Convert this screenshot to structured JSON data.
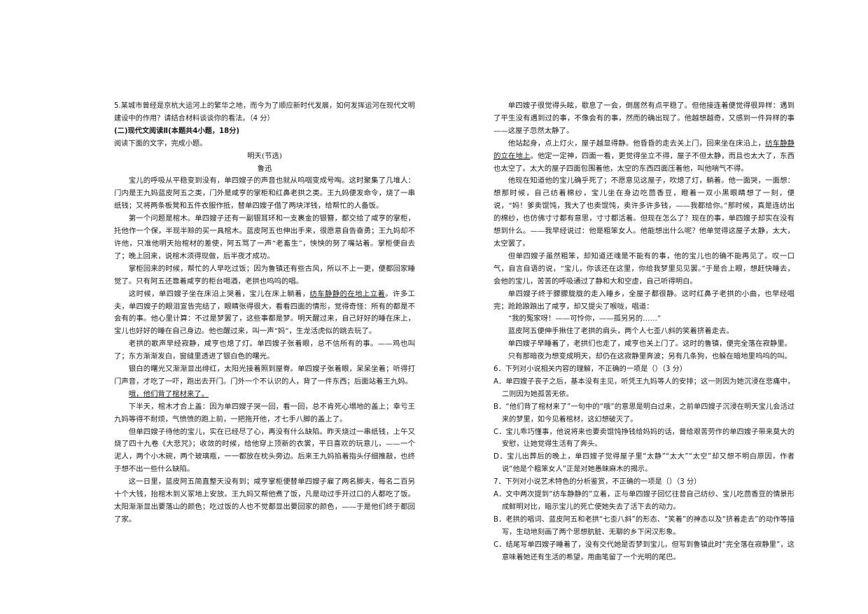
{
  "left": {
    "q5": "5.某城市曾经是京杭大运河上的繁华之地，而今为了顺应新时代发展，如何发挥运河在现代文明建设中的作用？请结合材料谈谈你的看法。（4 分）",
    "section_heading": "(二)现代文阅读Ⅱ(本题共4小题，18分)",
    "instruction": "阅读下面的文字，完成小题。",
    "title": "明天(节选)",
    "author": "鲁迅",
    "p1": "宝儿的呼吸从平稳变到没有，单四嫂子的声音也就从呜咽变成号啕。这时聚集了几堆人：门内是王九妈蓝皮阿五之类，门外是咸亨的掌柜和红鼻老拱之类。王九妈便发命令，烧了一串纸钱；又将两条板凳和五件衣服作抵，替单四嫂子借了两块洋钱，给帮忙的人备饭。",
    "p2": "第一个问题是棺木。单四嫂子还有一副银耳环和一支裹金的银簪，都交给了咸亨的掌柜，托他作一个保，半现半赊的买一具棺木。蓝皮阿五也伸出手来，很愿意自告奋勇；王九妈却不许他，只准他明天抬棺材的差使，阿五骂了一声“老畜生”，怏怏的努了嘴站着。掌柜便自去了；晚上回来，说棺木须得现做，后半夜才成功。",
    "p3": "掌柜回来的时候，帮忙的人早吃过饭；因为鲁镇还有些古风，所以不上一更，便都回家睡觉了。只有阿五还靠着咸亨的柜台喝酒，老拱也呜呜的唱。",
    "p4a": "这时候，单四嫂子坐在床沿上哭着，宝儿在床上躺着，",
    "p4u": "纺车静静的在地上立着",
    "p4b": "。许多工夫，单四嫂子的眼泪宣告完结了，眼睛张得很大，看看四面的情形，觉得奇怪：所有的都是不会有的事。他心里计算：不过是梦罢了，这些事都是梦。明天醒过来，自己好好的睡在床上，宝儿也好好的睡在自己身边。他也醒过来，叫一声“妈”，生龙活虎似的跳去玩了。",
    "p5": "老拱的歌声早经寂静，咸亨也熄了灯。单四嫂子张着眼，总不信所有的事。——鸡也叫了；东方渐渐发白，窗缝里透进了银白色的曙光。",
    "p6": "银白的曙光又渐渐显出绯红，太阳光接着照到屋脊。单四嫂子张着眼，呆呆坐着；听得打门声音，才吃了一吓，跑出去开门。门外一个不认识的人，背了一件东西；后面站着王九妈。",
    "p7": "哦，他们背了棺材来了。",
    "p8": "下半天，棺木才合上盖：因为单四嫂子哭一回，看一回，总不肯死心塌地的盖上；幸亏王九妈等得不耐烦，气愤愤的跑上前，一把拖开他，才七手八脚的盖上了。",
    "p9": "但单四嫂子待他的宝儿，实在已经尽了心，再没有什么缺陷。昨天烧过一串纸钱，上午又烧了四十九卷《大悲咒》；收敛的时候，给他穿上顶新的衣裳，平日喜欢的玩意儿，——一个泥人，两个小木碗，两个玻璃瓶，一一都放在枕头旁边。后来王九妈掐着指头仔细推敲，也终于想不出一些什么缺陷。",
    "p10": "这一日里，蓝皮阿五简直整天没有到；咸亨掌柜便替单四嫂子雇了两名脚夫，每名二百另十个大钱，抬棺木到义冢地上安放。王九妈又帮他煮了饭，凡是动过手开过口的人都吃了饭。太阳渐渐显出要落山的颜色；吃过饭的人也不觉都显出要回家的颜色，——于是他们终于都回了家。"
  },
  "right": {
    "p11": "单四嫂子很觉得头眩，歇息了一会，倒居然有点平稳了。但他接连着便觉得很异样：遇到了平生没有遇到过的事，不像会有的事，然而的确出现了。他越想越奇，又感到一件异样的事——这屋子忽然太静了。",
    "p12a": "他站起身，点上灯火，屋子越显得静。他昏昏的走去关上门，回来坐在床沿上，",
    "p12u": "纺车静静的立在地上",
    "p12b": "。他定一定神，四面一看，更觉得坐立不得，屋子不但太静，而且也太大了，东西也太空了。太大的屋子四面包围着他，太空的东西四面压着他，叫他喘气不得。",
    "p13": "他现在知道他的宝儿确乎死了；不愿意见这屋子，吹熄了灯，躺着。他一面哭，一面想：想那时候，自己纺着棉纱，宝儿坐在身边吃茴香豆，瞪着一双小黑眼睛想了一刻，便说，“妈！爹卖馄饨，我大了也卖馄饨，卖许多许多钱，——我都给你。”那时候，真是连纺出的棉纱，也仿佛寸寸都有意思，寸寸都活着。但现在怎么了？现在的事，单四嫂子却实在没有想到什么。——我早经说过：他是粗笨女人。他能想出什么呢？他单觉得这屋子太静，太大，太空罢了。",
    "p14": "但单四嫂子虽然粗笨，却知道还魂是不能有的事，他的宝儿也的确不能再见了。叹一口气，自言自语的说，“宝儿，你该还在这里，你给我梦里见见罢。”于是合上眼，想赶快睡去，会他的宝儿，苦苦的呼吸通过了静和大和空虚，自己听得明白。",
    "p15": "单四嫂子终于朦朦胧胧的走入睡乡，全屋子都很静。这时红鼻子老拱的小曲，也早经唱完；跄跄踉踉出了咸亨，却又提尖了喉咙，唱道：",
    "p16": "“我的冤家呀！——可怜你，——孤另另的……”",
    "p17": "蓝皮阿五便伸手揪住了老拱的肩头，两个人七歪八斜的笑着挤着走去。",
    "p18": "单四嫂子早睡着了，老拱们也走了，咸亨也关上门了。这时的鲁镇，便完全落在寂静里。",
    "p19": "只有那暗夜为想变成明天，却仍在这寂静里奔波；另有几条狗，也躲在暗地里呜呜的叫。",
    "q6": "6．下列对小说相关内容的理解，不正确的一项是（）（3 分）",
    "q6A": "A．单四嫂子丧子之后，基本没有主见，听凭王九妈等人的安排；这一则因为她沉浸在悲痛中，二则因为她孤苦无依。",
    "q6B": "B．“他们背了棺材来了”一句中的“哦”的意思是明白过来，之前单四嫂子沉浸在明天宝儿会活过来的梦里，如今见着棺材，这幻想破灭了。",
    "q6C": "C．宝儿乖巧懂事，他说将来也要卖馄饨挣钱给妈妈的话，曾给艰苦劳作的单四嫂子带来莫大的安慰，让她觉得生活有了奔头。",
    "q6D": "D．宝儿出葬后的晚上，单四嫂子觉得屋子里“太静”“太大”“太空”却又想不明白原因，作者说“他是个粗笨女人”正是对她愚昧麻木的揭示。",
    "q7": "7．下列对小说艺术特色的分析鉴赏，不正确的一项是（）（3 分）",
    "q7A": "A．文中两次提到“纺车静静的”立着，正与单四嫂子回忆往昔自己纺纱、宝儿吃茴香豆的情景形成鲜明对比，暗示宝儿的死亡使她失去了活下去的动力。",
    "q7B": "B．老拱的唱词、蓝皮阿五和老拱“七歪八斜”的形态、“笑着”的神态以及“挤着走去”的动作等描写，生动地刻画了两个思想肮脏、无聊的乡下闲汉形象。",
    "q7C": "C．结尾写单四嫂子睡着了，没有交代她是否梦到宝儿，但写到鲁镇此时“完全落在寂静里”，这意味着她还有生活的希望，用曲笔留了一个光明的尾巴。"
  }
}
